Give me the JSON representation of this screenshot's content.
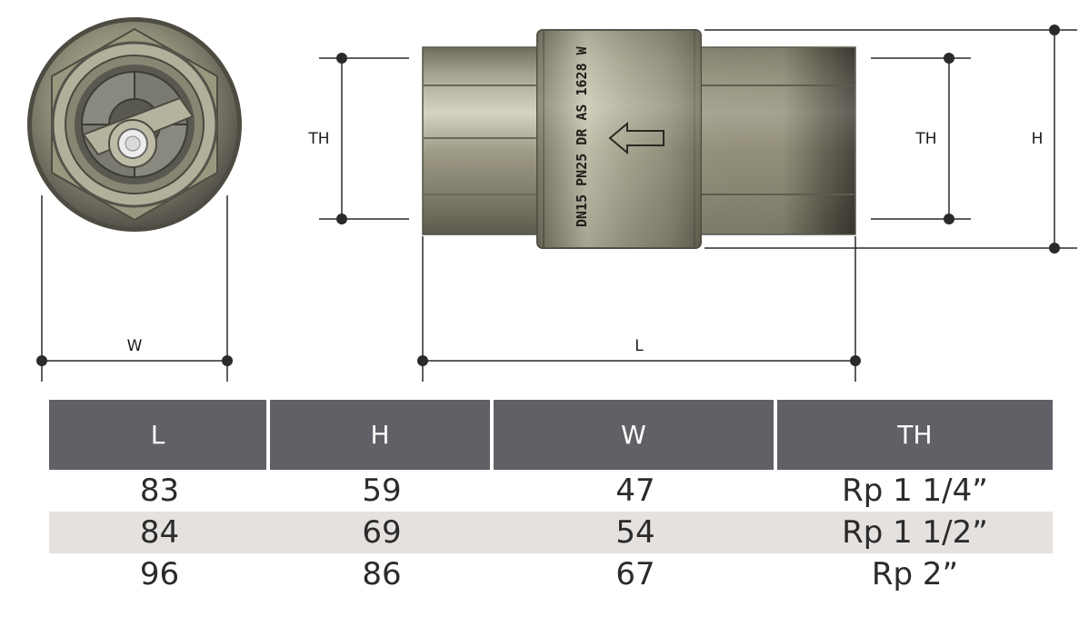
{
  "dimension_labels": {
    "width": "W",
    "thread_left": "TH",
    "thread_right": "TH",
    "height": "H",
    "length": "L"
  },
  "valve_marking": "DN15 PN25 DR AS 1628 W",
  "table": {
    "headers": [
      "L",
      "H",
      "W",
      "TH"
    ],
    "rows": [
      [
        "83",
        "59",
        "47",
        "Rp 1 1/4”"
      ],
      [
        "84",
        "69",
        "54",
        "Rp 1 1/2”"
      ],
      [
        "96",
        "86",
        "67",
        "Rp 2”"
      ]
    ]
  },
  "colors": {
    "header_bg": "#606066",
    "row_shade": "#e4e1df",
    "metal": "#8f8c78",
    "dimension_line": "#2a2a2a"
  }
}
